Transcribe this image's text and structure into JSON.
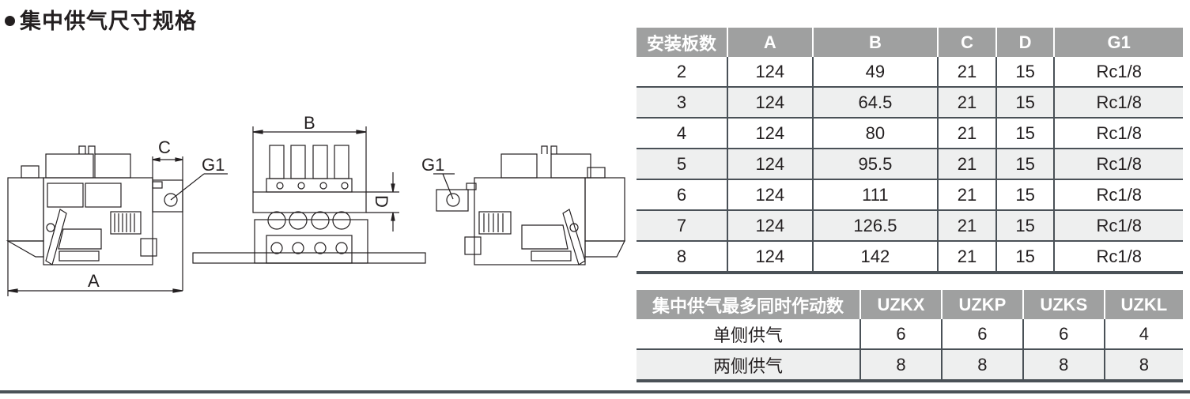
{
  "section": {
    "bullet_icon": "bullet-dot-icon",
    "title": "集中供气尺寸规格"
  },
  "drawings": {
    "side_view_left": {
      "labels": {
        "A": "A",
        "C": "C",
        "G1": "G1"
      }
    },
    "front_view": {
      "labels": {
        "B": "B",
        "D": "D"
      },
      "valve_count": 4
    },
    "side_view_right": {
      "labels": {
        "G1": "G1"
      }
    }
  },
  "dimension_table": {
    "headers": [
      "安装板数",
      "A",
      "B",
      "C",
      "D",
      "G1"
    ],
    "rows": [
      [
        "2",
        "124",
        "49",
        "21",
        "15",
        "Rc1/8"
      ],
      [
        "3",
        "124",
        "64.5",
        "21",
        "15",
        "Rc1/8"
      ],
      [
        "4",
        "124",
        "80",
        "21",
        "15",
        "Rc1/8"
      ],
      [
        "5",
        "124",
        "95.5",
        "21",
        "15",
        "Rc1/8"
      ],
      [
        "6",
        "124",
        "111",
        "21",
        "15",
        "Rc1/8"
      ],
      [
        "7",
        "124",
        "126.5",
        "21",
        "15",
        "Rc1/8"
      ],
      [
        "8",
        "124",
        "142",
        "21",
        "15",
        "Rc1/8"
      ]
    ]
  },
  "simultaneous_table": {
    "headers": [
      "集中供气最多同时作动数",
      "UZKX",
      "UZKP",
      "UZKS",
      "UZKL"
    ],
    "rows": [
      [
        "单侧供气",
        "6",
        "6",
        "6",
        "4"
      ],
      [
        "两侧供气",
        "8",
        "8",
        "8",
        "8"
      ]
    ]
  },
  "colors": {
    "header_bg": "#9fa0a0",
    "alt_row_bg": "#eeefef",
    "rule": "#4a5157",
    "text": "#231f20"
  }
}
